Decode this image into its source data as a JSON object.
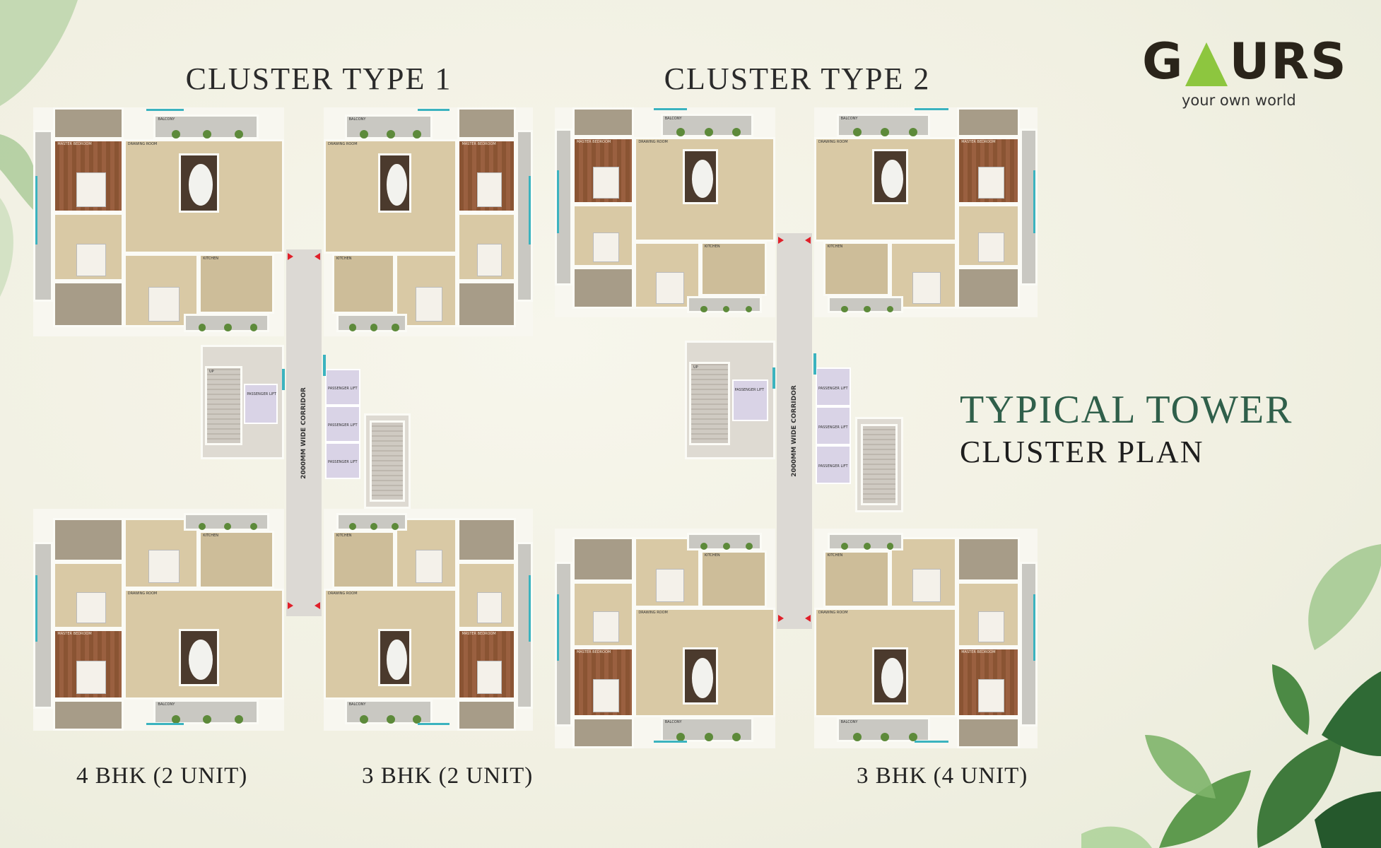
{
  "logo": {
    "brand": "GAURS",
    "tagline": "your own world"
  },
  "heading": {
    "line1": "TYPICAL TOWER",
    "line2": "CLUSTER PLAN"
  },
  "clusters": [
    {
      "title": "CLUSTER TYPE 1",
      "corridor_label": "2000MM WIDE CORRIDOR",
      "unit_labels": [
        "4 BHK (2 UNIT)",
        "3 BHK (2 UNIT)"
      ]
    },
    {
      "title": "CLUSTER TYPE 2",
      "corridor_label": "2000MM WIDE CORRIDOR",
      "unit_labels": [
        "3 BHK (4 UNIT)"
      ]
    }
  ],
  "room_labels": {
    "master": "MASTER BEDROOM",
    "drawing": "DRAWING ROOM",
    "kitchen": "KITCHEN",
    "balcony": "BALCONY",
    "lift": "PASSENGER LIFT",
    "stair": "UP"
  },
  "colors": {
    "heading_green": "#2f5f4a",
    "logo_green": "#8dc63f",
    "window_teal": "#3bb3bf",
    "lift_lavender": "#d9d3e6"
  }
}
